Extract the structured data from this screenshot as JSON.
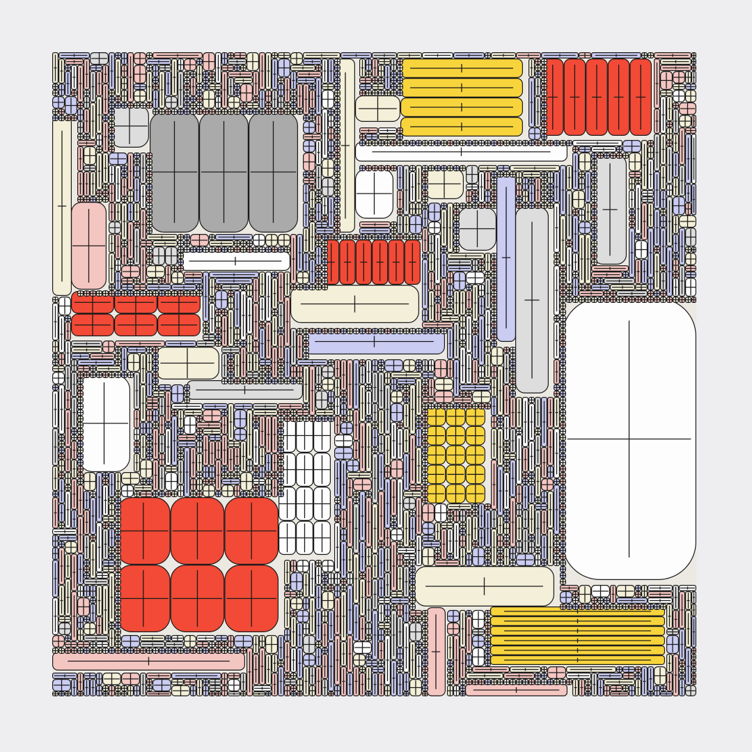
{
  "artwork": {
    "background": "#eeedf0",
    "stroke": "#1a1a1a",
    "palette": {
      "R": "#f24a36",
      "Y": "#f8d43c",
      "G": "#aaaaaa",
      "W": "#fdfdfd",
      "C": "#f3efd8",
      "P": "#f4c6c2",
      "B": "#cbccf2",
      "L": "#dddddd"
    },
    "filler_palette": [
      "P",
      "B",
      "C",
      "W",
      "L",
      "C",
      "P",
      "B"
    ]
  }
}
